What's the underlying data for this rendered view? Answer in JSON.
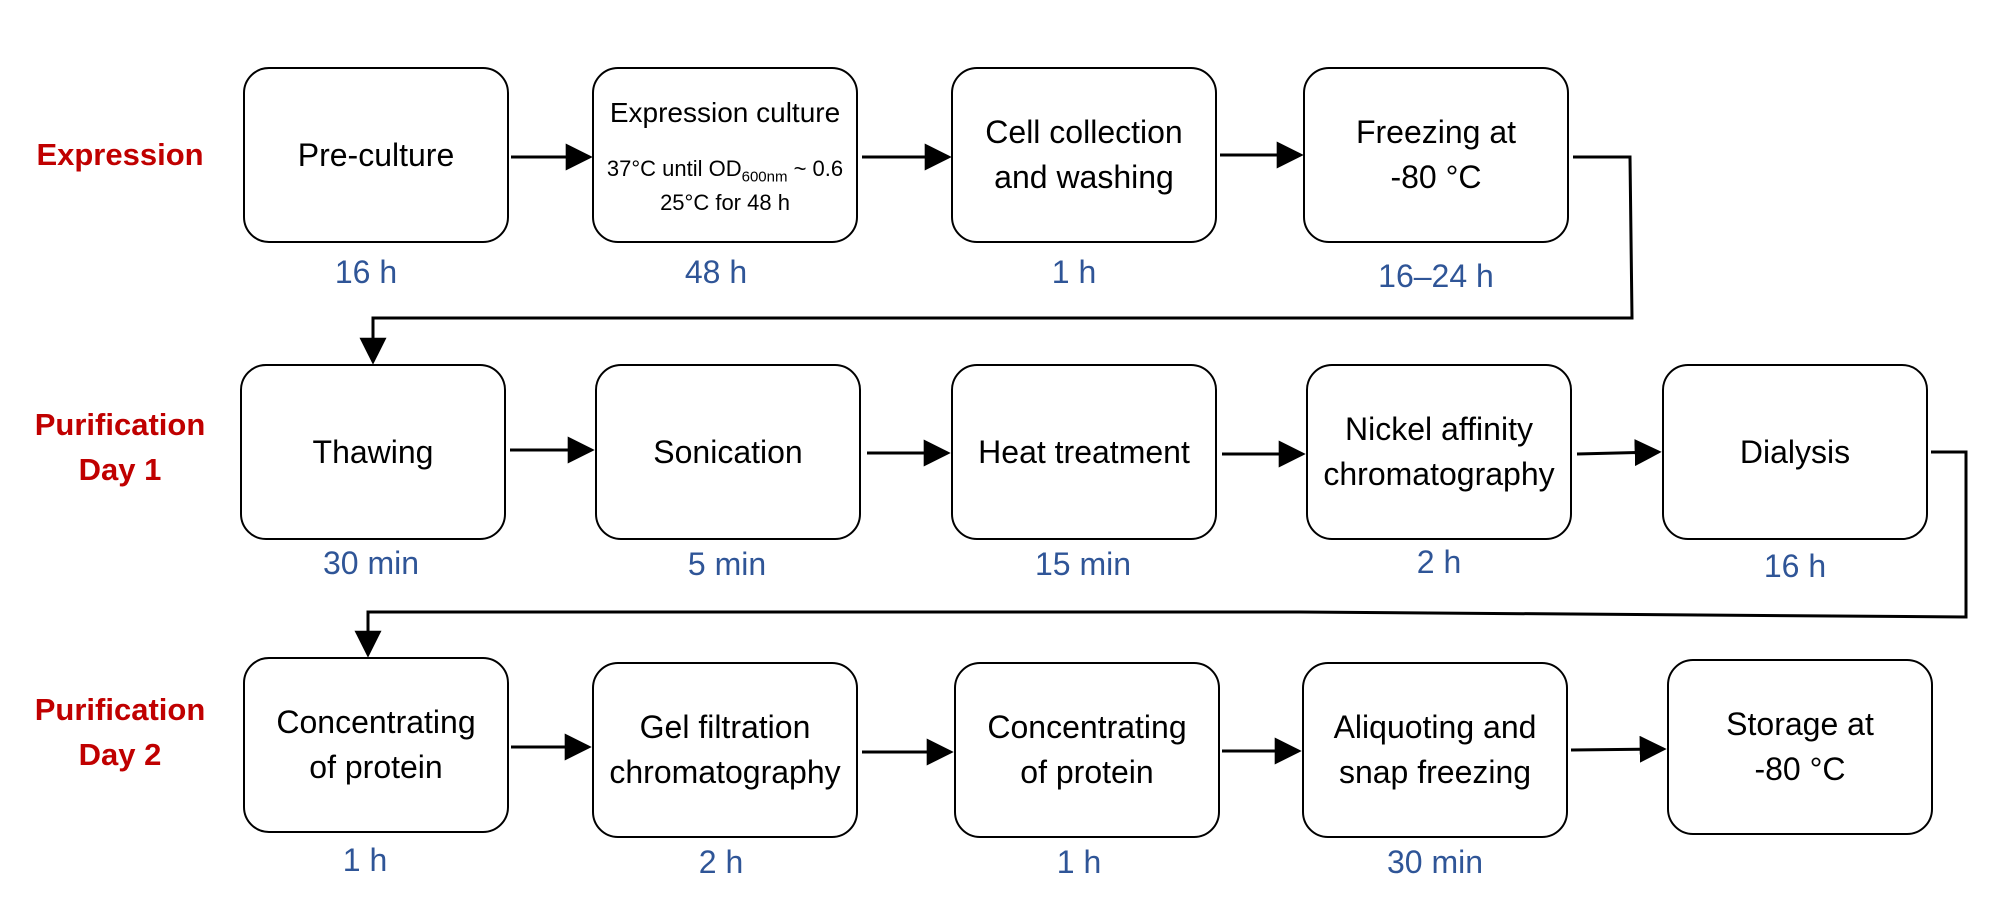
{
  "rows": [
    {
      "label_lines": [
        "Expression",
        ""
      ],
      "steps": [
        {
          "title_lines": [
            "Pre-culture",
            ""
          ],
          "duration": "16 h"
        },
        {
          "title_lines": [
            "Expression culture",
            ""
          ],
          "duration": "48 h",
          "detail": {
            "line1_prefix": "37°C until OD",
            "line1_sub": "600nm",
            "line1_suffix": " ~ 0.6",
            "line2": "25°C for 48 h"
          }
        },
        {
          "title_lines": [
            "Cell collection",
            "and washing"
          ],
          "duration": "1 h"
        },
        {
          "title_lines": [
            "Freezing at",
            "-80 °C"
          ],
          "duration": "16–24 h"
        }
      ]
    },
    {
      "label_lines": [
        "Purification",
        "Day 1"
      ],
      "steps": [
        {
          "title_lines": [
            "Thawing",
            ""
          ],
          "duration": "30 min"
        },
        {
          "title_lines": [
            "Sonication",
            ""
          ],
          "duration": "5 min"
        },
        {
          "title_lines": [
            "Heat treatment",
            ""
          ],
          "duration": "15 min"
        },
        {
          "title_lines": [
            "Nickel affinity",
            "chromatography"
          ],
          "duration": "2 h"
        },
        {
          "title_lines": [
            "Dialysis",
            ""
          ],
          "duration": "16 h"
        }
      ]
    },
    {
      "label_lines": [
        "Purification",
        "Day 2"
      ],
      "steps": [
        {
          "title_lines": [
            "Concentrating",
            "of protein"
          ],
          "duration": "1 h"
        },
        {
          "title_lines": [
            "Gel filtration",
            "chromatography"
          ],
          "duration": "2 h"
        },
        {
          "title_lines": [
            "Concentrating",
            "of protein"
          ],
          "duration": "1 h"
        },
        {
          "title_lines": [
            "Aliquoting and",
            "snap freezing"
          ],
          "duration": "30 min"
        },
        {
          "title_lines": [
            "Storage at",
            "-80 °C"
          ],
          "duration": ""
        }
      ]
    }
  ],
  "colors": {
    "row_label": "#C00000",
    "duration": "#2F5597",
    "line": "#000000"
  }
}
